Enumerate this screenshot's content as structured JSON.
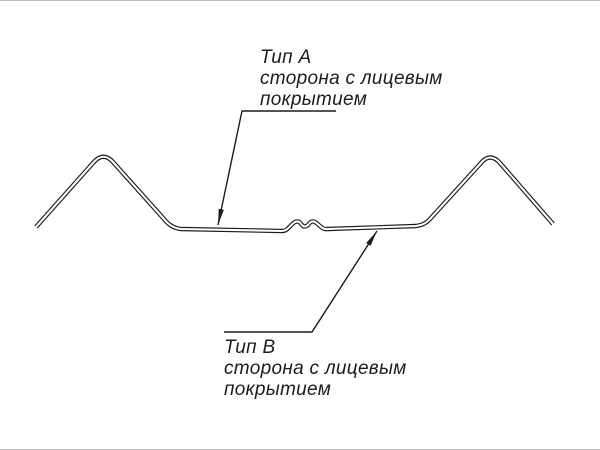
{
  "labels": {
    "a": {
      "title": "Тип А",
      "line1": "сторона с лицевым",
      "line2": "покрытием"
    },
    "b": {
      "title": "Тип В",
      "line1": "сторона с лицевым",
      "line2": "покрытием"
    }
  },
  "colors": {
    "line": "#1c1c1c",
    "background": "#ffffff"
  }
}
